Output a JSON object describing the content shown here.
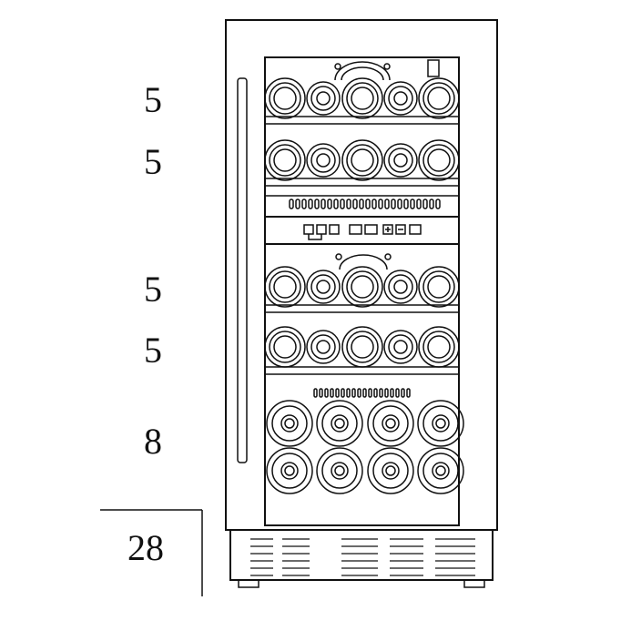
{
  "labels": {
    "row1": "5",
    "row2": "5",
    "row3": "5",
    "row4": "5",
    "row5": "8",
    "total": "28"
  },
  "bottle_rows": [
    {
      "count": 5,
      "style": "top"
    },
    {
      "count": 5,
      "style": "top"
    },
    {
      "count": 5,
      "style": "top"
    },
    {
      "count": 5,
      "style": "top"
    },
    {
      "count": 4,
      "style": "neck"
    },
    {
      "count": 4,
      "style": "neck"
    }
  ],
  "colors": {
    "line": "#111111",
    "background": "#ffffff"
  }
}
